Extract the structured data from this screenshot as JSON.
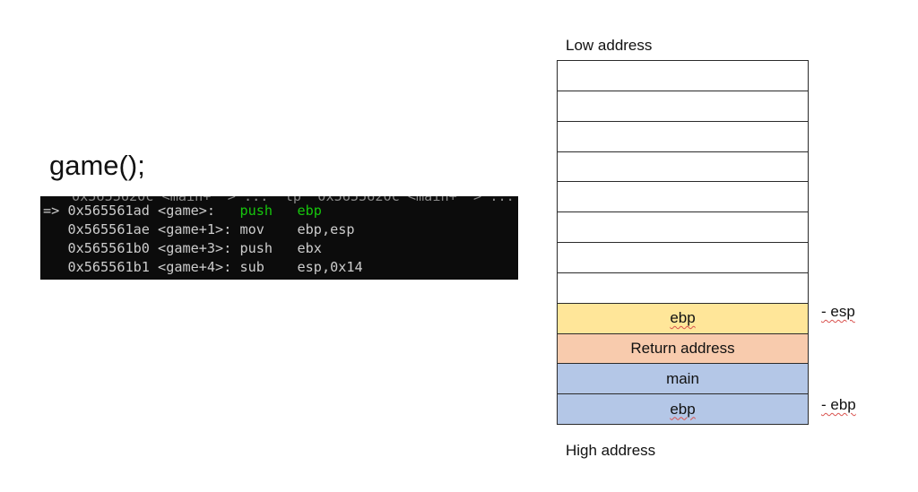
{
  "title": "game();",
  "terminal": {
    "cut_line": "0x5655620c <main+  > ...  lp  0x5655620c <main+  > ...",
    "lines": [
      {
        "marker": "=>",
        "addr": "0x565561ad",
        "sym": "<game>:",
        "op": "push",
        "args": "ebp",
        "current": true
      },
      {
        "marker": "",
        "addr": "0x565561ae",
        "sym": "<game+1>:",
        "op": "mov",
        "args": "ebp,esp",
        "current": false
      },
      {
        "marker": "",
        "addr": "0x565561b0",
        "sym": "<game+3>:",
        "op": "push",
        "args": "ebx",
        "current": false
      },
      {
        "marker": "",
        "addr": "0x565561b1",
        "sym": "<game+4>:",
        "op": "sub",
        "args": "esp,0x14",
        "current": false
      }
    ]
  },
  "stack": {
    "low_label": "Low address",
    "high_label": "High address",
    "cells": [
      {
        "text": "",
        "color": "#ffffff"
      },
      {
        "text": "",
        "color": "#ffffff"
      },
      {
        "text": "",
        "color": "#ffffff"
      },
      {
        "text": "",
        "color": "#ffffff"
      },
      {
        "text": "",
        "color": "#ffffff"
      },
      {
        "text": "",
        "color": "#ffffff"
      },
      {
        "text": "",
        "color": "#ffffff"
      },
      {
        "text": "",
        "color": "#ffffff"
      },
      {
        "text": "ebp",
        "color": "#ffe699"
      },
      {
        "text": "Return address",
        "color": "#f8cbad"
      },
      {
        "text": "main",
        "color": "#b4c7e7"
      },
      {
        "text": "ebp",
        "color": "#b4c7e7"
      }
    ],
    "esp_marker": "- esp",
    "ebp_marker": "- ebp"
  }
}
